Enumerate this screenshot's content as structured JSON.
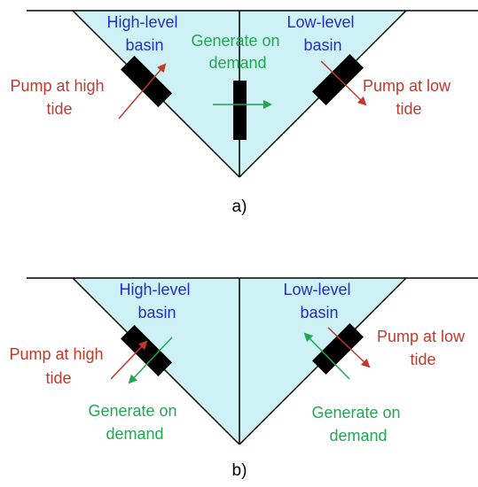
{
  "colors": {
    "water": "#cdf1f5",
    "line": "#000000",
    "gate": "#000000",
    "pump": "#c0392b",
    "generate": "#1fa84f",
    "basin_text": "#1f2fc8"
  },
  "panel_a": {
    "label": "a)",
    "high_basin": [
      "High-level",
      "basin"
    ],
    "low_basin": [
      "Low-level",
      "basin"
    ],
    "generate": [
      "Generate on",
      "demand"
    ],
    "pump_high": [
      "Pump at high",
      "tide"
    ],
    "pump_low": [
      "Pump at low",
      "tide"
    ]
  },
  "panel_b": {
    "label": "b)",
    "high_basin": [
      "High-level",
      "basin"
    ],
    "low_basin": [
      "Low-level",
      "basin"
    ],
    "pump_high": [
      "Pump at high",
      "tide"
    ],
    "pump_low": [
      "Pump at low",
      "tide"
    ],
    "generate_left": [
      "Generate on",
      "demand"
    ],
    "generate_right": [
      "Generate on",
      "demand"
    ]
  }
}
